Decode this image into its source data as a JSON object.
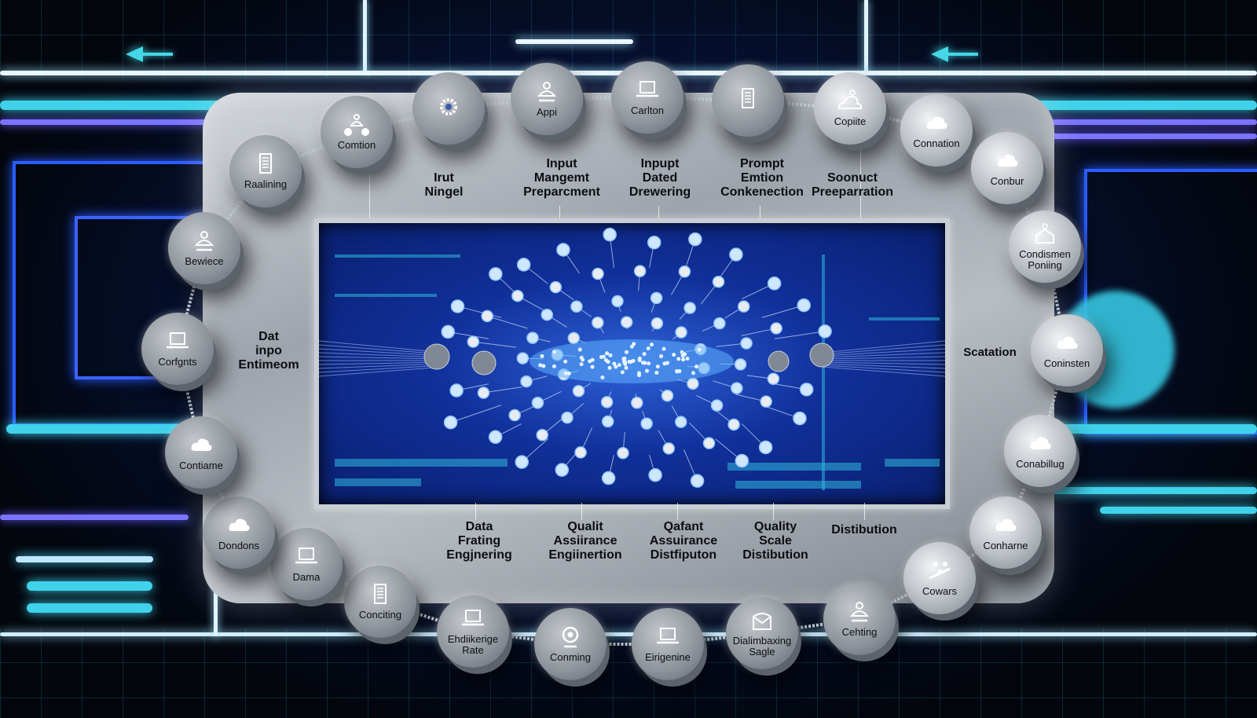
{
  "diagram": {
    "title": "",
    "colors": {
      "background": "#03060d",
      "accent_cyan": "#3fd2ea",
      "accent_blue": "#2a5cff",
      "accent_violet": "#7b74ff",
      "panel_silver": "#b8bdc4",
      "screen_blue": "#10309a",
      "node_glow": "#cfe6ff",
      "label_text": "#0b0d12"
    },
    "ring_nodes": [
      {
        "label": "Raalining",
        "icon": "document-icon"
      },
      {
        "label": "Comtion",
        "icon": "user-network-icon"
      },
      {
        "label": "",
        "icon": "gear-icon"
      },
      {
        "label": "Appi",
        "icon": "user-icon"
      },
      {
        "label": "Carlton",
        "icon": "laptop-icon"
      },
      {
        "label": "",
        "icon": "document-icon"
      },
      {
        "label": "Copiite",
        "icon": "cloud-user-icon"
      },
      {
        "label": "Connation",
        "icon": "cloud-icon"
      },
      {
        "label": "Conbur",
        "icon": "cloud-icon"
      },
      {
        "label": "Condismen Poniing",
        "icon": "house-icon"
      },
      {
        "label": "Coninsten",
        "icon": "cloud-icon"
      },
      {
        "label": "Conabillug",
        "icon": "cloud-icon"
      },
      {
        "label": "Conharne",
        "icon": "cloud-icon"
      },
      {
        "label": "Cowars",
        "icon": "network-icon"
      },
      {
        "label": "Cehting",
        "icon": "user-icon"
      },
      {
        "label": "Dialimbaxing Sagle",
        "icon": "mail-icon"
      },
      {
        "label": "Eirigenine",
        "icon": "laptop-icon"
      },
      {
        "label": "Conming",
        "icon": "webcam-icon"
      },
      {
        "label": "Ehdiikerige Rate",
        "icon": "laptop-icon"
      },
      {
        "label": "Conciting",
        "icon": "document-icon"
      },
      {
        "label": "Dama",
        "icon": "laptop-icon"
      },
      {
        "label": "Dondons",
        "icon": "cloud-icon"
      },
      {
        "label": "Contiame",
        "icon": "cloud-icon"
      },
      {
        "label": "Corfgnts",
        "icon": "laptop-icon"
      },
      {
        "label": "Bewiece",
        "icon": "user-icon"
      }
    ],
    "stages_top": [
      {
        "lines": [
          "Irut",
          "Ningel"
        ]
      },
      {
        "lines": [
          "Input",
          "Mangemt",
          "Preparcment"
        ]
      },
      {
        "lines": [
          "Inpupt",
          "Dated",
          "Drewering"
        ]
      },
      {
        "lines": [
          "Prompt",
          "Emtion",
          "Conkenection"
        ]
      },
      {
        "lines": [
          "Soonuct",
          "Preeparration"
        ]
      }
    ],
    "stages_bottom": [
      {
        "lines": [
          "Data",
          "Frating",
          "Engjnering"
        ]
      },
      {
        "lines": [
          "Qualit",
          "Assiirance",
          "Engiinertion"
        ]
      },
      {
        "lines": [
          "Qafant",
          "Assuirance",
          "Distfiputon"
        ]
      },
      {
        "lines": [
          "Quality",
          "Scale",
          "Distibution"
        ]
      },
      {
        "lines": [
          "Distibution"
        ]
      }
    ],
    "stage_left": {
      "lines": [
        "Dat",
        "inpo",
        "Entimeom"
      ]
    },
    "stage_right": {
      "lines": [
        "Scatation"
      ]
    },
    "center_visual": "neural-network-graph"
  }
}
